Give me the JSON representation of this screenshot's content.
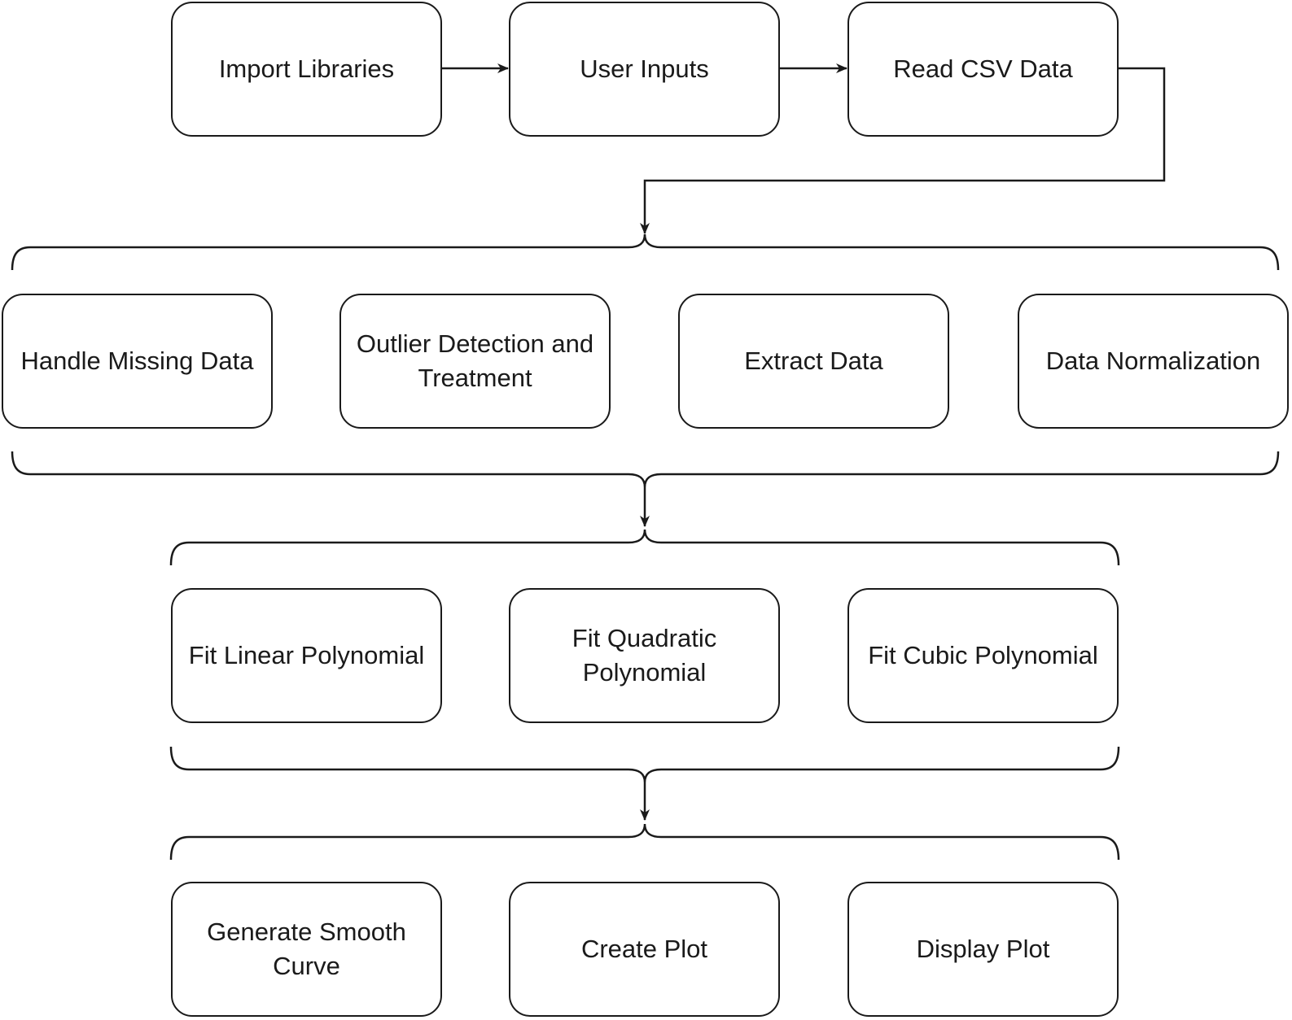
{
  "diagram": {
    "nodes": {
      "import_libraries": "Import Libraries",
      "user_inputs": "User Inputs",
      "read_csv_data": "Read CSV Data",
      "handle_missing_data": "Handle Missing Data",
      "outlier_detection": "Outlier Detection and Treatment",
      "extract_data": "Extract Data",
      "data_normalization": "Data Normalization",
      "fit_linear": "Fit Linear Polynomial",
      "fit_quadratic": "Fit Quadratic Polynomial",
      "fit_cubic": "Fit Cubic Polynomial",
      "generate_smooth_curve": "Generate Smooth Curve",
      "create_plot": "Create Plot",
      "display_plot": "Display Plot"
    },
    "colors": {
      "stroke": "#1a1a1a",
      "background": "#ffffff"
    }
  }
}
